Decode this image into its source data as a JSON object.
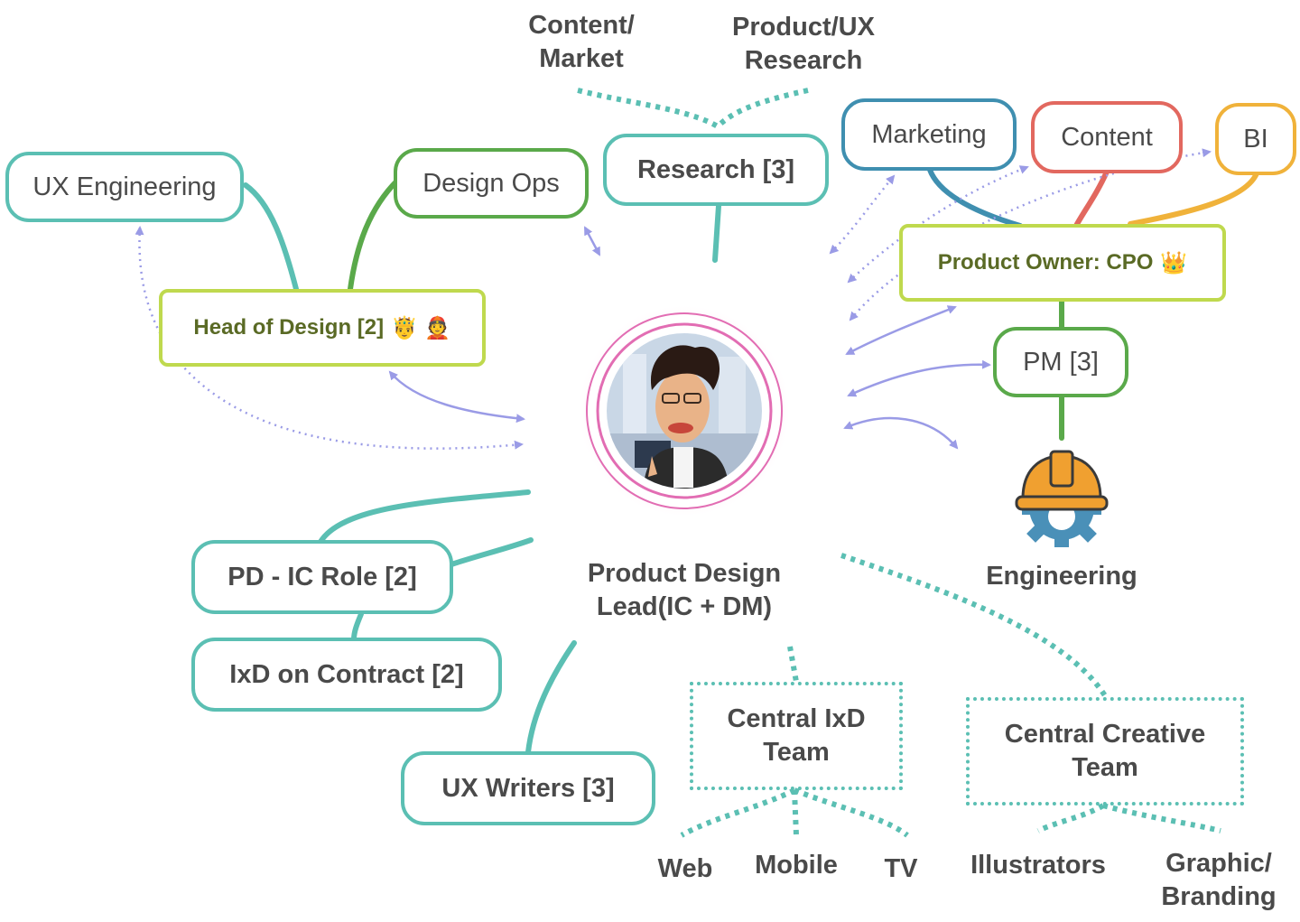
{
  "nodes": {
    "ux_engineering": "UX Engineering",
    "design_ops": "Design Ops",
    "research": "Research [3]",
    "marketing": "Marketing",
    "content": "Content",
    "bi": "BI",
    "head_of_design": "Head of Design [2]",
    "product_owner": "Product Owner: CPO",
    "pm": "PM [3]",
    "pd_ic_role": "PD - IC Role [2]",
    "ixd_contract": "IxD on Contract [2]",
    "ux_writers": "UX Writers [3]",
    "central_ixd": "Central IxD\nTeam",
    "central_creative": "Central Creative\nTeam"
  },
  "labels": {
    "content_market": "Content/\nMarket",
    "product_ux_research": "Product/UX\nResearch",
    "center": "Product Design\nLead(IC + DM)",
    "engineering": "Engineering",
    "web": "Web",
    "mobile": "Mobile",
    "tv": "TV",
    "illustrators": "Illustrators",
    "graphic_branding": "Graphic/\nBranding"
  },
  "emoji": {
    "head_of_design": "🤴 👲",
    "product_owner": "👑"
  },
  "icons": {
    "center": "avatar",
    "engineering": "hardhat-gear-icon"
  },
  "colors": {
    "teal": "#5bbfb3",
    "green": "#5aa94a",
    "lime": "#bfd94e",
    "blue": "#3f8fb0",
    "red": "#e2685f",
    "orange": "#f0b23a",
    "arrow": "#9a9be6",
    "text": "#4a4a4a",
    "avatar_ring": "#e26db3"
  }
}
